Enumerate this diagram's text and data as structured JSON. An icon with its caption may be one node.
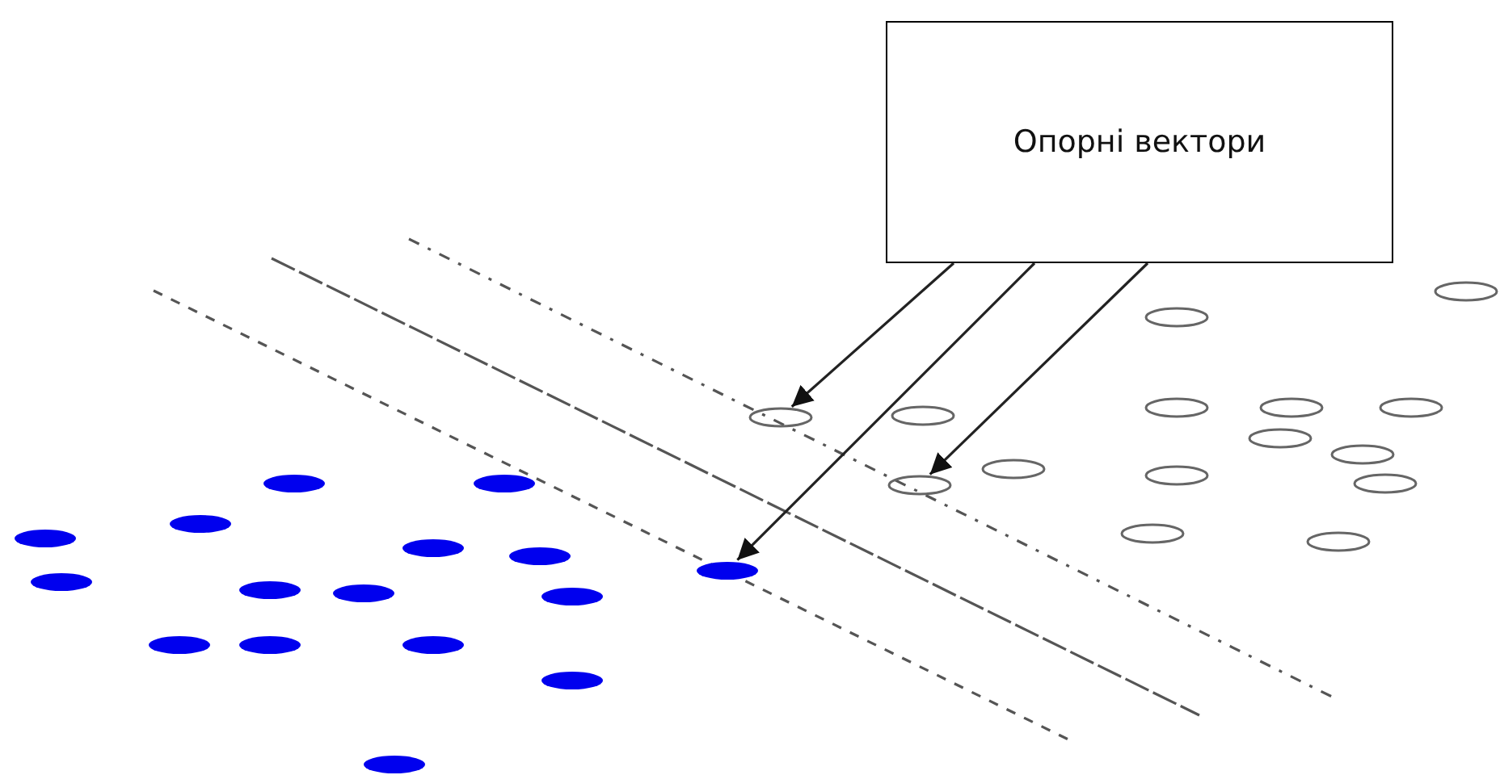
{
  "diagram": {
    "nodes": [
      {
        "text": [
          "Опорні вектори"
        ]
      },
      {
        "text": [],
        "shape": "circle"
      },
      {
        "text": [],
        "shape": "circle"
      },
      {
        "text": [],
        "shape": "circle"
      },
      {
        "text": [],
        "shape": "circle"
      },
      {
        "text": [],
        "shape": "circle"
      },
      {
        "text": [],
        "shape": "circle"
      },
      {
        "text": [],
        "shape": "circle"
      },
      {
        "text": [],
        "shape": "circle"
      },
      {
        "text": [],
        "shape": "circle"
      },
      {
        "text": [],
        "shape": "circle"
      },
      {
        "text": [],
        "shape": "circle"
      },
      {
        "text": [],
        "shape": "circle"
      },
      {
        "text": [],
        "shape": "circle"
      },
      {
        "text": [],
        "shape": "circle"
      },
      {
        "text": [],
        "shape": "circle"
      },
      {
        "text": [],
        "shape": "circle"
      },
      {
        "text": [],
        "shape": "circle"
      },
      {
        "text": [],
        "shape": "circle"
      },
      {
        "text": [],
        "shape": "circle"
      },
      {
        "text": [],
        "shape": "circle"
      },
      {
        "text": [],
        "shape": "circle"
      },
      {
        "text": [],
        "shape": "circle"
      },
      {
        "text": [],
        "shape": "circle"
      },
      {
        "text": [],
        "shape": "circle"
      },
      {
        "text": [],
        "shape": "circle"
      },
      {
        "text": [],
        "shape": "circle"
      },
      {
        "text": [],
        "shape": "circle"
      },
      {
        "text": [],
        "shape": "circle"
      },
      {
        "text": [],
        "shape": "circle"
      },
      {
        "text": [],
        "shape": "circle"
      },
      {
        "text": [],
        "shape": "circle"
      }
    ],
    "edges": [
      {
        "from": 0,
        "to": 17,
        "arrow": "to"
      },
      {
        "from": 0,
        "to": 16,
        "arrow": "to"
      },
      {
        "from": 0,
        "to": 18,
        "arrow": "to"
      }
    ]
  }
}
